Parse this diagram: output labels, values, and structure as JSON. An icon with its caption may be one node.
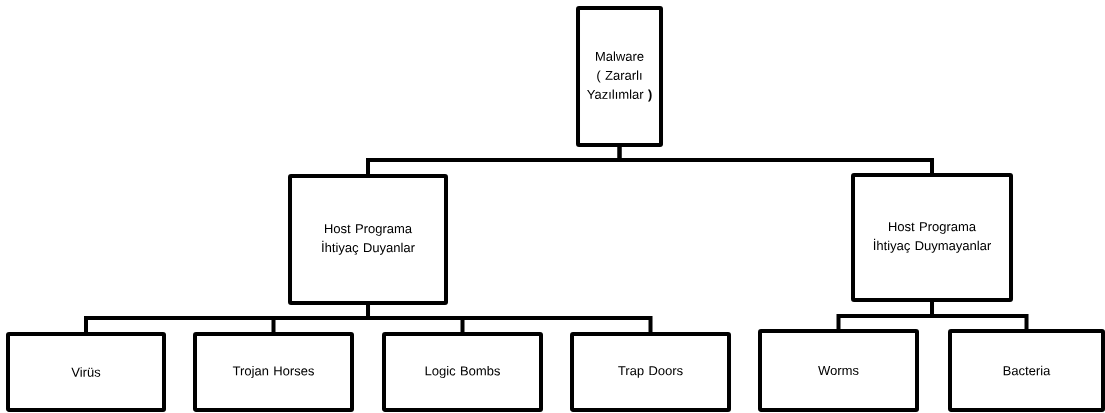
{
  "diagram": {
    "nodes": [
      {
        "text": [
          "Malware ( Zararlı Yazılımlar **)**"
        ]
      },
      {
        "text": [
          "Host Programa İhtiyaç Duyanlar"
        ]
      },
      {
        "text": [
          "Host Programa İhtiyaç Duymayanlar"
        ]
      },
      {
        "text": [
          "Virüs"
        ]
      },
      {
        "text": [
          "Trojan Horses"
        ]
      },
      {
        "text": [
          "Logic Bombs"
        ]
      },
      {
        "text": [
          "Trap Doors"
        ]
      },
      {
        "text": [
          "Worms"
        ]
      },
      {
        "text": [
          "Bacteria"
        ]
      }
    ],
    "edges": [
      {
        "from": 0,
        "to": 1,
        "arrow": "none"
      },
      {
        "from": 0,
        "to": 2,
        "arrow": "none"
      },
      {
        "from": 1,
        "to": 3,
        "arrow": "none"
      },
      {
        "from": 1,
        "to": 4,
        "arrow": "none"
      },
      {
        "from": 1,
        "to": 5,
        "arrow": "none"
      },
      {
        "from": 1,
        "to": 6,
        "arrow": "none"
      },
      {
        "from": 2,
        "to": 7,
        "arrow": "none"
      },
      {
        "from": 2,
        "to": 8,
        "arrow": "none"
      }
    ]
  }
}
